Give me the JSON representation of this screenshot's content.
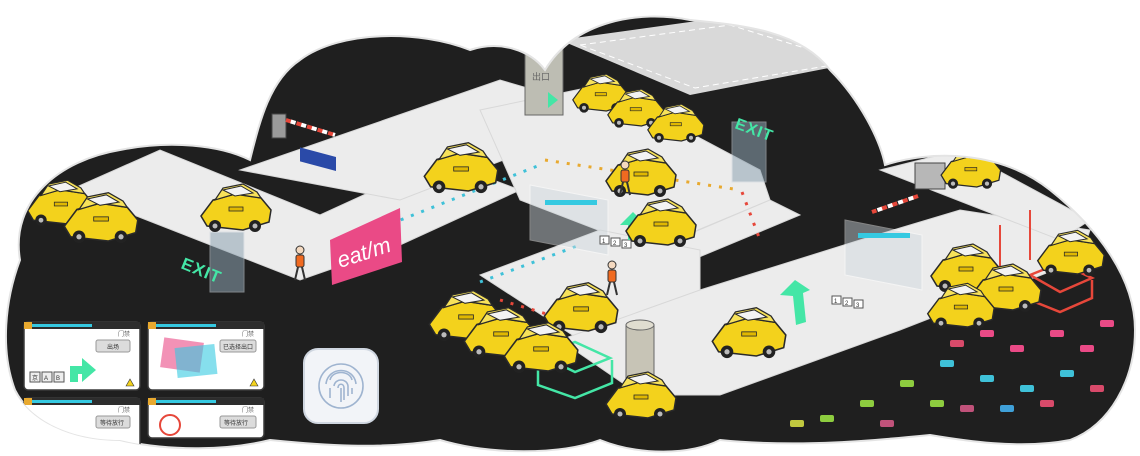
{
  "signs": {
    "exit_left": "EXIT",
    "exit_right": "EXIT"
  },
  "billboard": {
    "text": "eat/m"
  },
  "ticket_booth": {
    "label": "出口"
  },
  "panels": [
    {
      "id": "p1",
      "button": "出场",
      "corner": "门禁",
      "keys": [
        "京",
        "A",
        "B"
      ],
      "arrow": "turn-right"
    },
    {
      "id": "p2",
      "button": "已选择出口",
      "corner": "门禁",
      "arrow": "none"
    },
    {
      "id": "p3",
      "button": "等待放行",
      "corner": "门禁",
      "arrow": "none"
    },
    {
      "id": "p4",
      "button": "等待放行",
      "corner": "门禁",
      "arrow": "none"
    }
  ],
  "scene_screens": [
    {
      "id": "s1",
      "keys": [
        "1",
        "2",
        "3"
      ]
    },
    {
      "id": "s2",
      "keys": [
        "1",
        "2",
        "3"
      ]
    }
  ],
  "icons": {
    "fingerprint": "fingerprint-icon",
    "warning": "warning-icon",
    "arrow": "turn-right-arrow-icon"
  },
  "colors": {
    "background": "#1f1f1f",
    "road": "#eeeeee",
    "taxi": "#f3d21c",
    "exit_green": "#44e6a6",
    "highlight_red": "#e6473a",
    "billboard_pink": "#ea4a86",
    "panel_bar": "#35c9e1"
  }
}
